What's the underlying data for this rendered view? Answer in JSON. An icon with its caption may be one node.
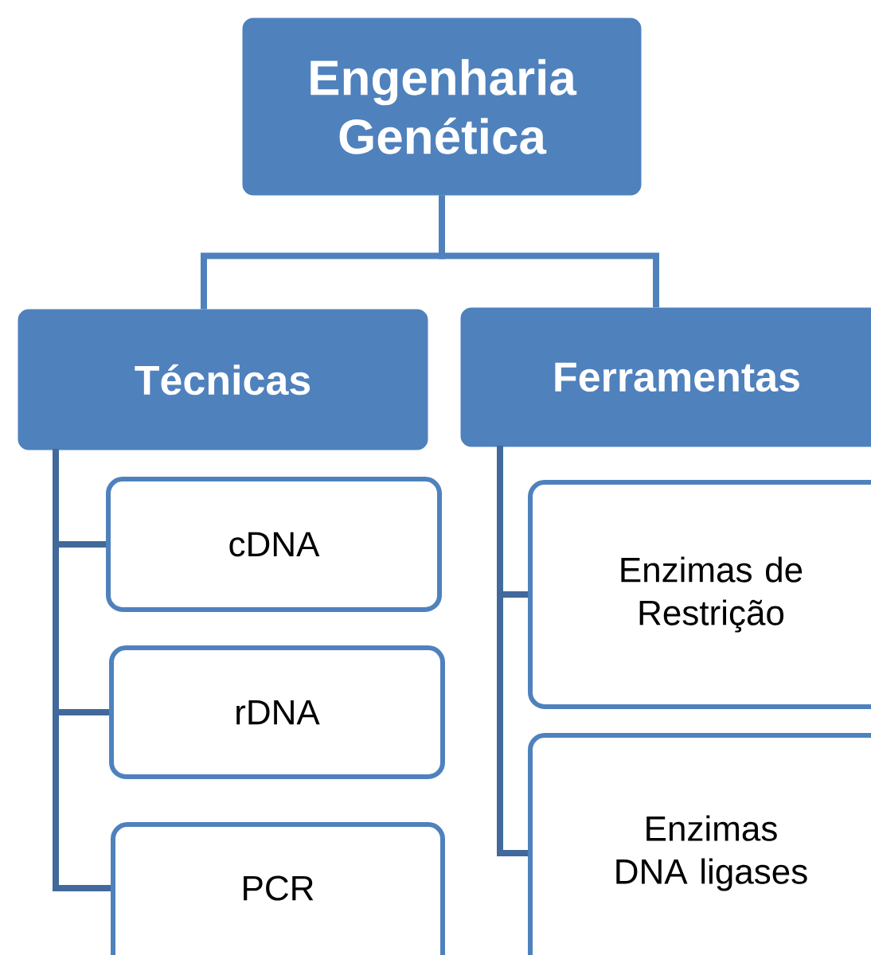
{
  "diagram": {
    "nodes": [
      {
        "text": [
          "Engenharia Genética"
        ]
      },
      {
        "text": [
          "Técnicas"
        ]
      },
      {
        "text": [
          "Ferramentas"
        ]
      },
      {
        "text": [
          "cDNA"
        ]
      },
      {
        "text": [
          "rDNA"
        ]
      },
      {
        "text": [
          "PCR"
        ]
      },
      {
        "text": [
          "Enzimas de Restrição"
        ]
      },
      {
        "text": [
          "Enzimas DNA ligases"
        ]
      }
    ],
    "edges": [
      {
        "from": 0,
        "to": 1,
        "arrow": "none"
      },
      {
        "from": 0,
        "to": 2,
        "arrow": "none"
      },
      {
        "from": 1,
        "to": 3,
        "arrow": "none",
        "color": "#41699b"
      },
      {
        "from": 1,
        "to": 4,
        "arrow": "none",
        "color": "#41699b"
      },
      {
        "from": 1,
        "to": 5,
        "arrow": "none",
        "color": "#41699b"
      },
      {
        "from": 2,
        "to": 6,
        "arrow": "none",
        "color": "#41699b"
      },
      {
        "from": 2,
        "to": 7,
        "arrow": "none",
        "color": "#41699b"
      }
    ]
  }
}
